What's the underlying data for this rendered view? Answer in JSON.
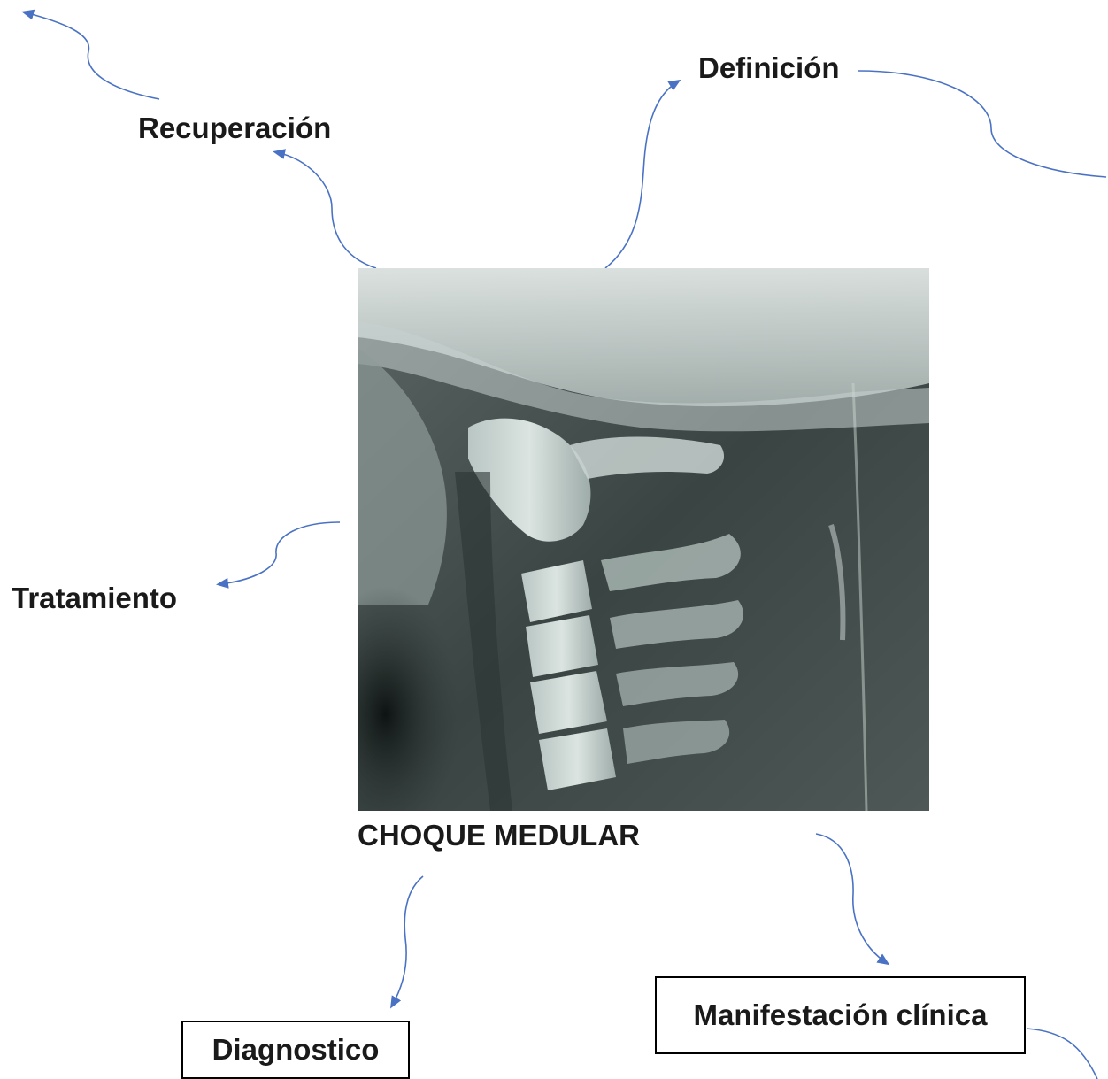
{
  "diagram": {
    "center_title": "CHOQUE MEDULAR",
    "nodes": {
      "definicion": "Definición",
      "recuperacion": "Recuperación",
      "tratamiento": "Tratamiento",
      "diagnostico": "Diagnostico",
      "manifestacion": "Manifestación clínica"
    },
    "central_image": "cervical-spine-lateral-xray",
    "arrow_color": "#4a72c4"
  }
}
